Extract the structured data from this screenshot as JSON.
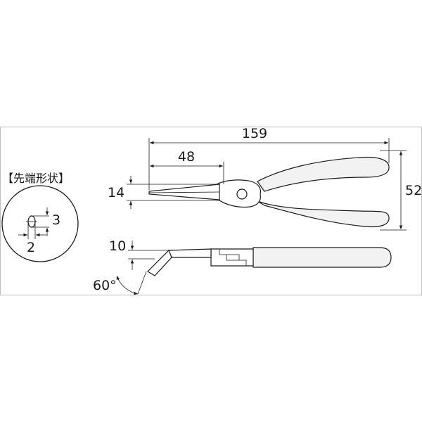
{
  "labels": {
    "tip_title": "【先端形状】",
    "overall_length": "159",
    "jaw_length": "48",
    "head_width": "14",
    "handle_span": "52",
    "tip_bend": "10",
    "bend_angle": "60°",
    "tip_height": "3",
    "tip_width": "2"
  }
}
